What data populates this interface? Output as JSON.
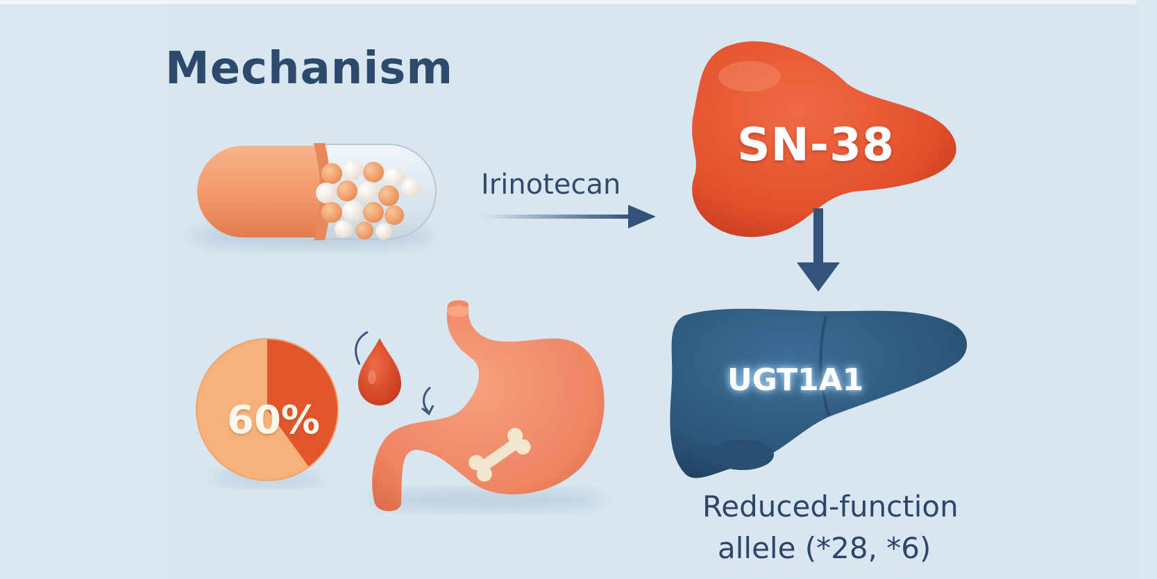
{
  "title": "Mechanism",
  "drug_label": "Irinotecan",
  "metabolite_label": "SN-38",
  "enzyme_label": "UGT1A1",
  "percent_label": "60%",
  "pie_fraction": 0.6,
  "allele_label_line1": "Reduced-function",
  "allele_label_line2": "allele (*28, *6)",
  "colors": {
    "background": "#d7e6f0",
    "title": "#2d4a6d",
    "capsule": "#f2986a",
    "sn38_blob": "#e4532f",
    "liver": "#2f5a80",
    "stomach": "#f08a68",
    "pie_light": "#f6b27a",
    "pie_dark": "#e3552c",
    "arrow": "#34537a"
  },
  "icons": [
    "capsule-icon",
    "sn38-blob-icon",
    "liver-icon",
    "stomach-icon",
    "bone-icon",
    "blood-drop-icon",
    "pie-chart-icon",
    "curved-arrow-icon"
  ]
}
